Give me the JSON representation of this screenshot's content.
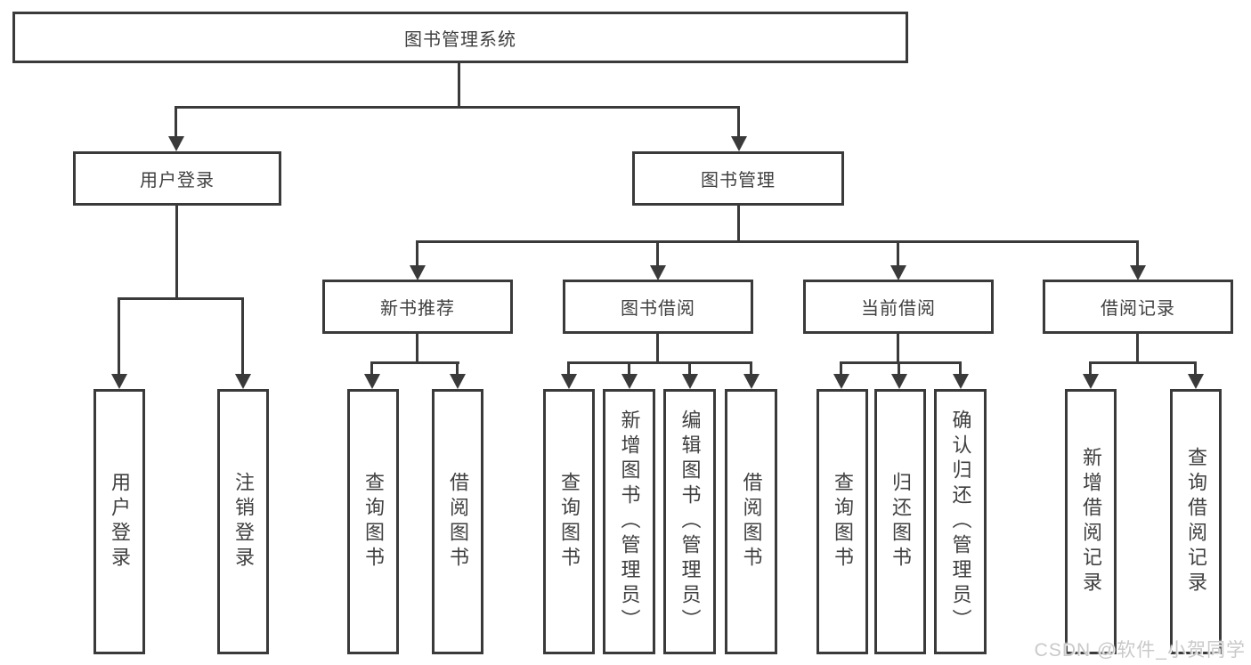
{
  "tree": {
    "root": {
      "label": "图书管理系统"
    },
    "level2": {
      "user_login": {
        "label": "用户登录",
        "children": [
          {
            "label": "用户登录"
          },
          {
            "label": "注销登录"
          }
        ]
      },
      "book_management": {
        "label": "图书管理",
        "children": {
          "new_book_recommendation": {
            "label": "新书推荐",
            "children": [
              {
                "label": "查询图书"
              },
              {
                "label": "借阅图书"
              }
            ]
          },
          "book_borrowing": {
            "label": "图书借阅",
            "children": [
              {
                "label": "查询图书"
              },
              {
                "label": "新增图书（管理员）"
              },
              {
                "label": "编辑图书（管理员）"
              },
              {
                "label": "借阅图书"
              }
            ]
          },
          "current_borrowing": {
            "label": "当前借阅",
            "children": [
              {
                "label": "查询图书"
              },
              {
                "label": "归还图书"
              },
              {
                "label": "确认归还（管理员）"
              }
            ]
          },
          "borrowing_records": {
            "label": "借阅记录",
            "children": [
              {
                "label": "新增借阅记录"
              },
              {
                "label": "查询借阅记录"
              }
            ]
          }
        }
      }
    }
  },
  "watermark": {
    "text": "CSDN @软件_小贺同学"
  },
  "colors": {
    "line": "#3a3a3a",
    "text": "#404040",
    "watermark": "#c9c9c9"
  }
}
